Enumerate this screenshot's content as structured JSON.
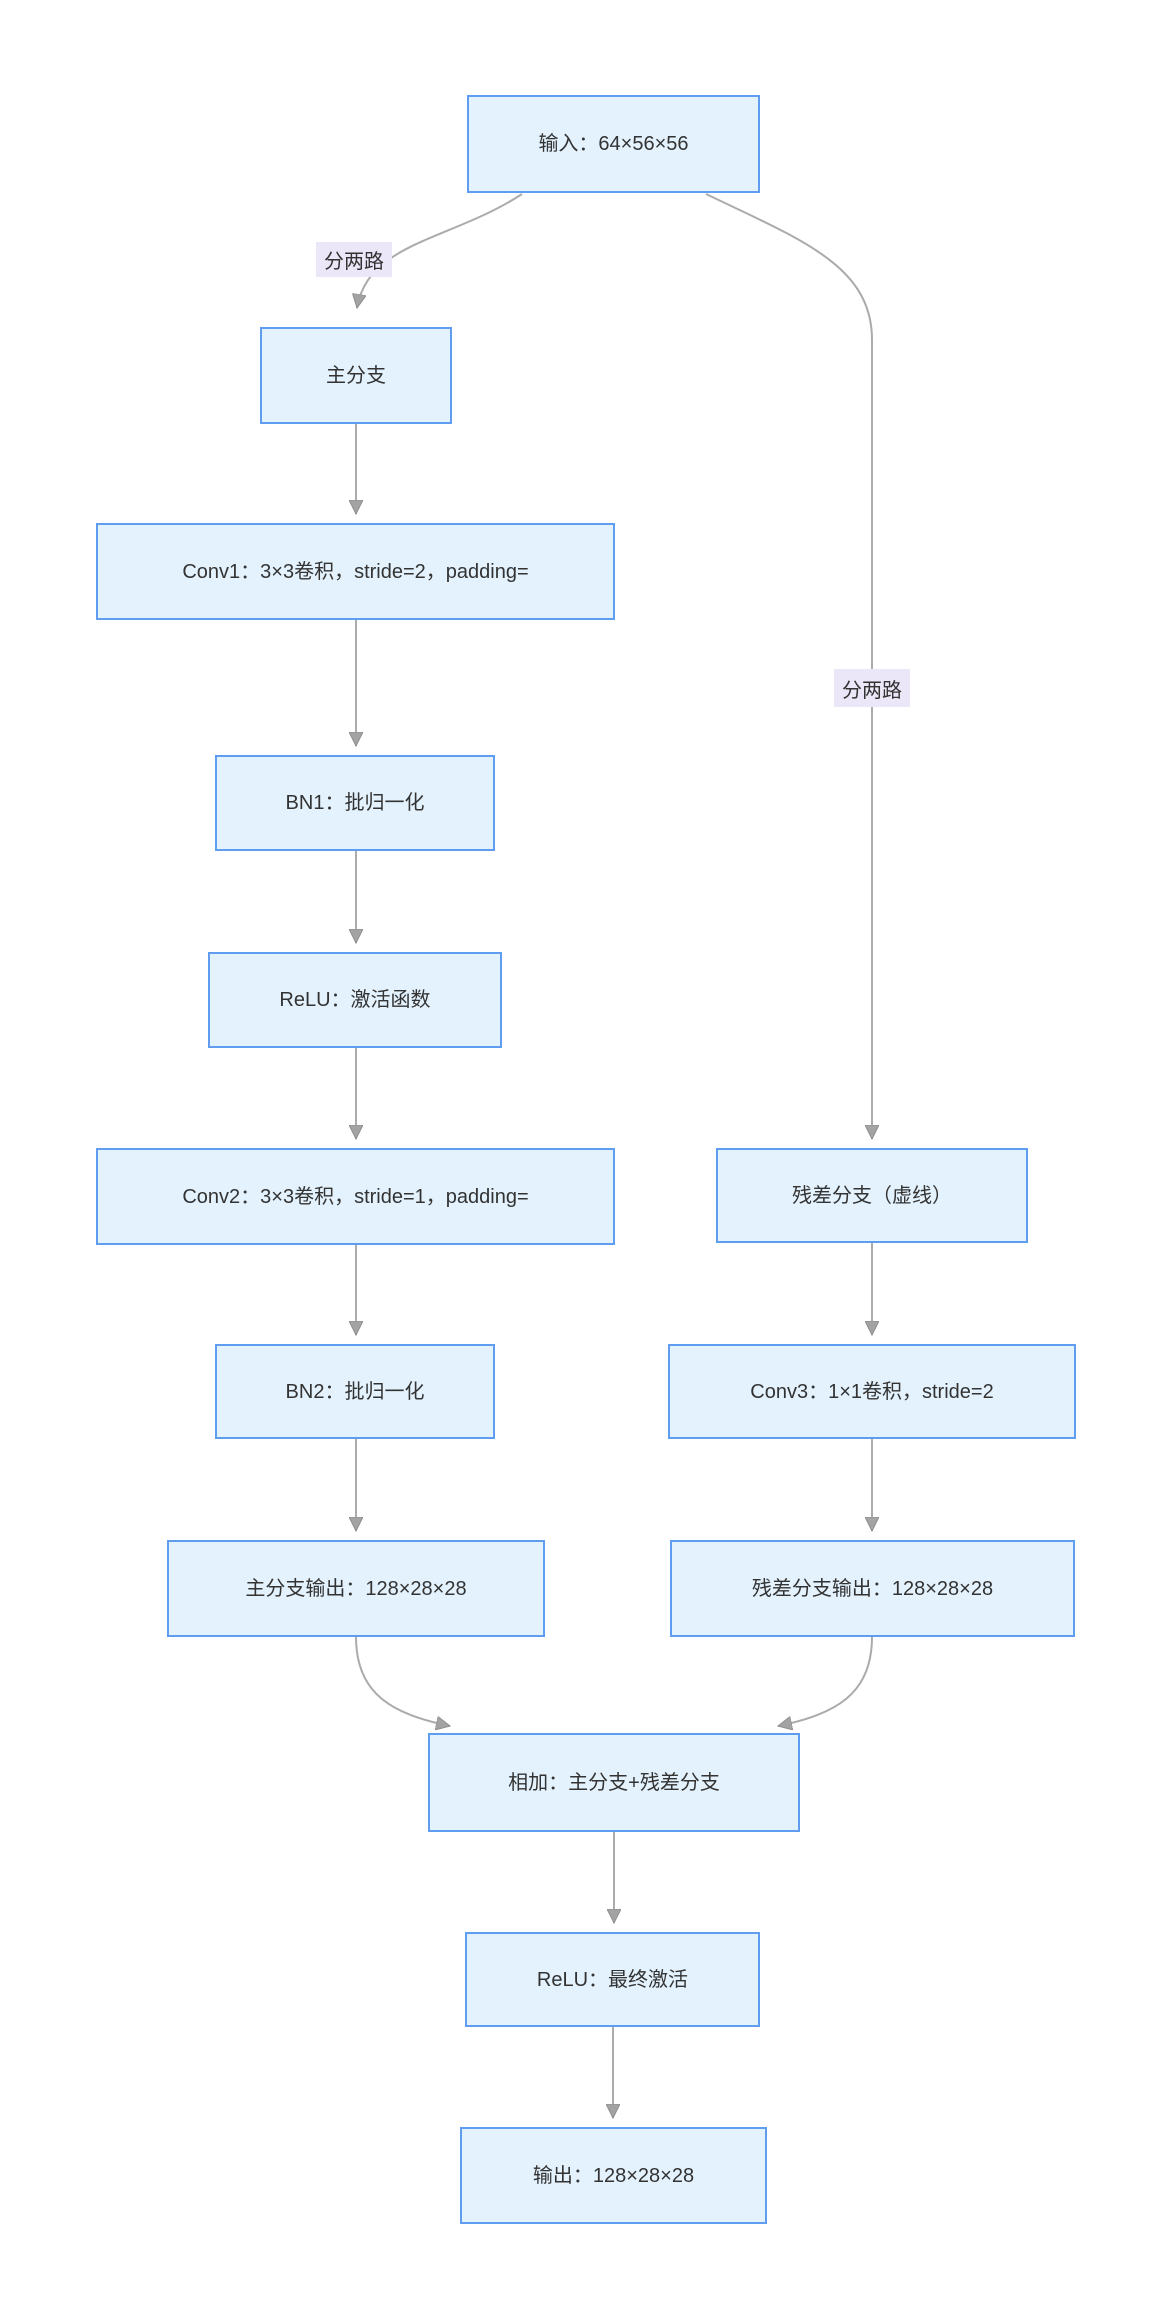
{
  "diagram": {
    "type": "flowchart",
    "direction": "top-down",
    "title_hint": "ResNet residual block (stride-2 downsampling)",
    "nodes": {
      "input": {
        "label": "输入：64×56×56"
      },
      "main_branch": {
        "label": "主分支"
      },
      "conv1": {
        "label": "Conv1：3×3卷积，stride=2，padding="
      },
      "bn1": {
        "label": "BN1：批归一化"
      },
      "relu1": {
        "label": "ReLU：激活函数"
      },
      "conv2": {
        "label": "Conv2：3×3卷积，stride=1，padding="
      },
      "res_branch": {
        "label": "残差分支（虚线）"
      },
      "bn2": {
        "label": "BN2：批归一化"
      },
      "conv3": {
        "label": "Conv3：1×1卷积，stride=2"
      },
      "main_out": {
        "label": "主分支输出：128×28×28"
      },
      "res_out": {
        "label": "残差分支输出：128×28×28"
      },
      "add": {
        "label": "相加：主分支+残差分支"
      },
      "relu2": {
        "label": "ReLU：最终激活"
      },
      "output": {
        "label": "输出：128×28×28"
      }
    },
    "edge_labels": {
      "split_left": "分两路",
      "split_right": "分两路"
    },
    "edges": [
      {
        "from": "input",
        "to": "main_branch",
        "label": "分两路"
      },
      {
        "from": "input",
        "to": "res_branch",
        "label": "分两路"
      },
      {
        "from": "main_branch",
        "to": "conv1",
        "label": ""
      },
      {
        "from": "conv1",
        "to": "bn1",
        "label": ""
      },
      {
        "from": "bn1",
        "to": "relu1",
        "label": ""
      },
      {
        "from": "relu1",
        "to": "conv2",
        "label": ""
      },
      {
        "from": "conv2",
        "to": "bn2",
        "label": ""
      },
      {
        "from": "bn2",
        "to": "main_out",
        "label": ""
      },
      {
        "from": "res_branch",
        "to": "conv3",
        "label": ""
      },
      {
        "from": "conv3",
        "to": "res_out",
        "label": ""
      },
      {
        "from": "main_out",
        "to": "add",
        "label": ""
      },
      {
        "from": "res_out",
        "to": "add",
        "label": ""
      },
      {
        "from": "add",
        "to": "relu2",
        "label": ""
      },
      {
        "from": "relu2",
        "to": "output",
        "label": ""
      }
    ],
    "colors": {
      "node_fill": "#e3f2fd",
      "node_border": "#5f9df0",
      "edge_line": "#ababab",
      "arrow_fill": "#a3a3a3",
      "edge_label_bg": "#ece7f8",
      "text_color": "#333333",
      "bg": "#ffffff"
    }
  }
}
